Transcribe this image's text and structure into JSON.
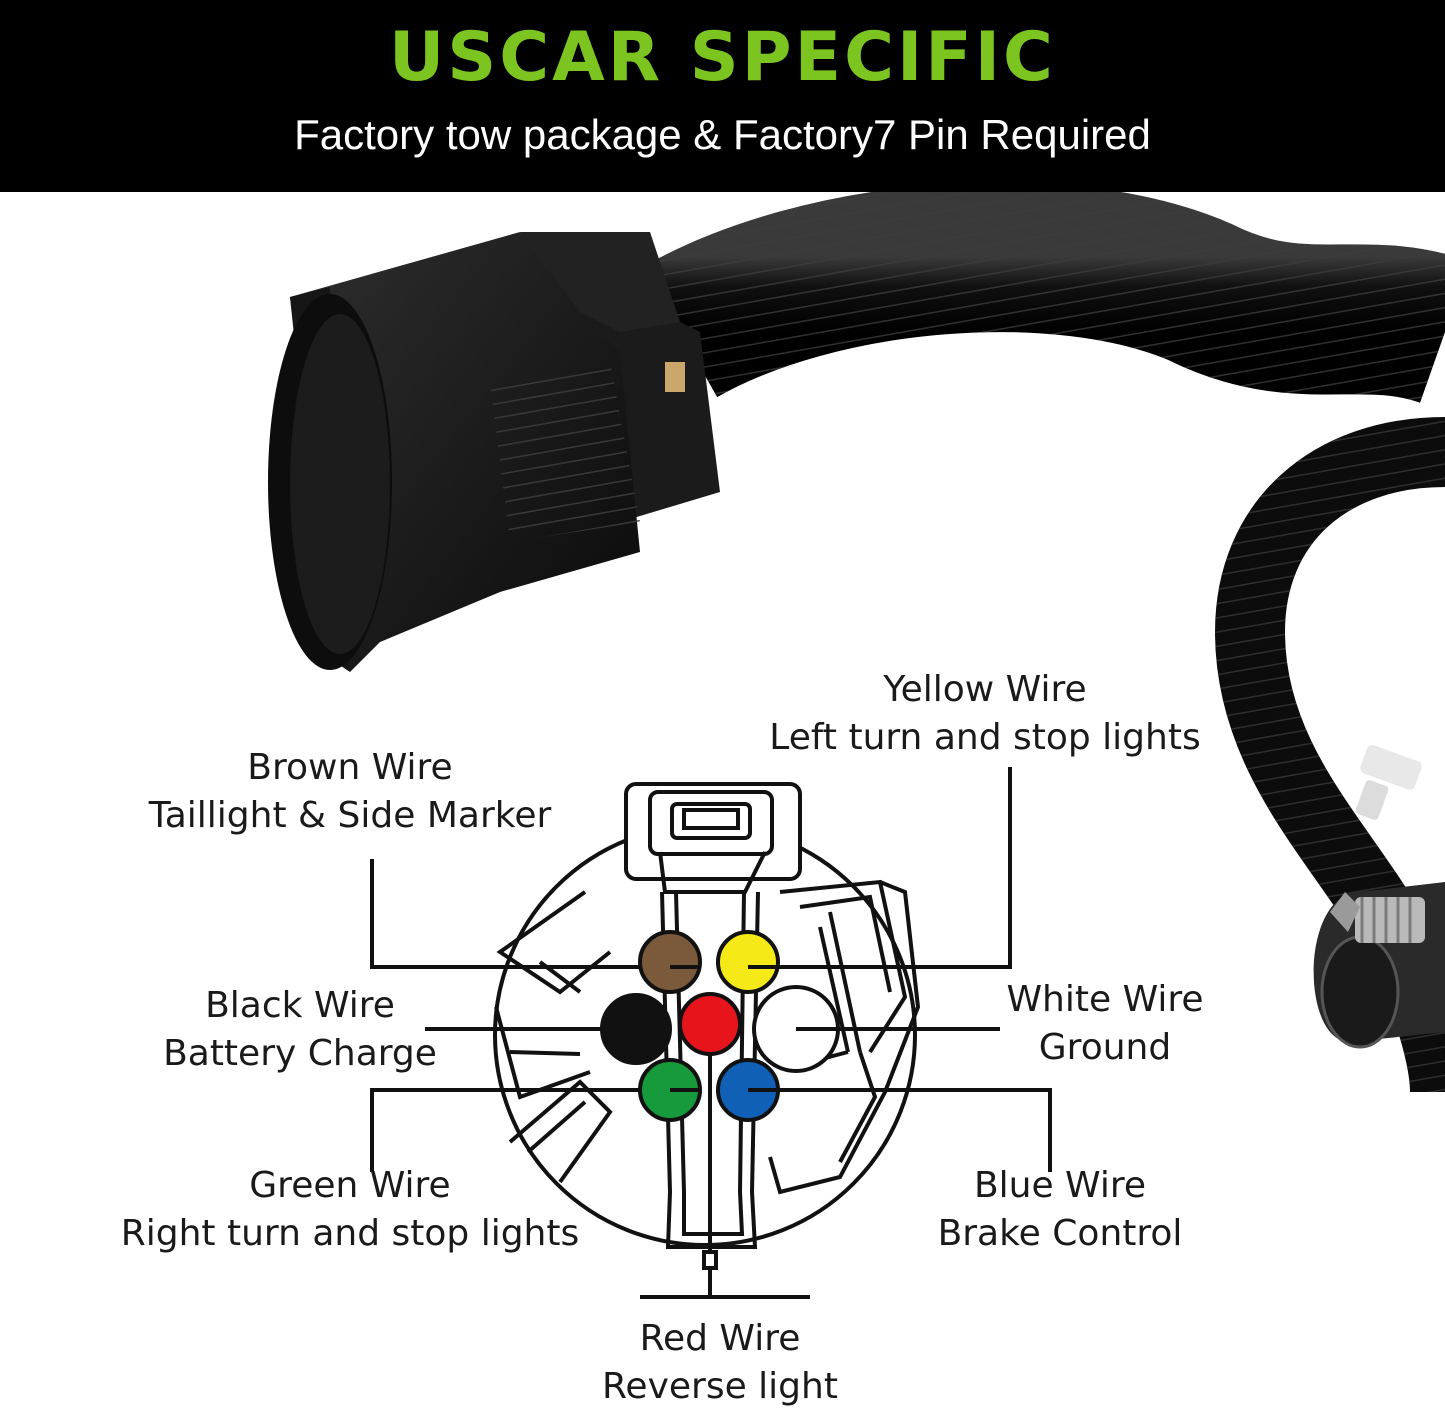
{
  "banner": {
    "title": "USCAR SPECIFIC",
    "subtitle": "Factory tow package & Factory7 Pin Required",
    "title_color": "#7cc521"
  },
  "pins": [
    {
      "id": "brown",
      "color": "#7a5a3a",
      "wire": "Brown Wire",
      "function": "Taillight & Side Marker"
    },
    {
      "id": "yellow",
      "color": "#f5ea18",
      "wire": "Yellow Wire",
      "function": "Left turn and stop lights"
    },
    {
      "id": "black",
      "color": "#111111",
      "wire": "Black Wire",
      "function": "Battery Charge"
    },
    {
      "id": "red",
      "color": "#e8141c",
      "wire": "Red Wire",
      "function": "Reverse light"
    },
    {
      "id": "white",
      "color": "#ffffff",
      "wire": "White Wire",
      "function": "Ground"
    },
    {
      "id": "green",
      "color": "#169a3c",
      "wire": "Green Wire",
      "function": "Right turn and stop lights"
    },
    {
      "id": "blue",
      "color": "#1060b8",
      "wire": "Blue Wire",
      "function": "Brake Control"
    }
  ]
}
